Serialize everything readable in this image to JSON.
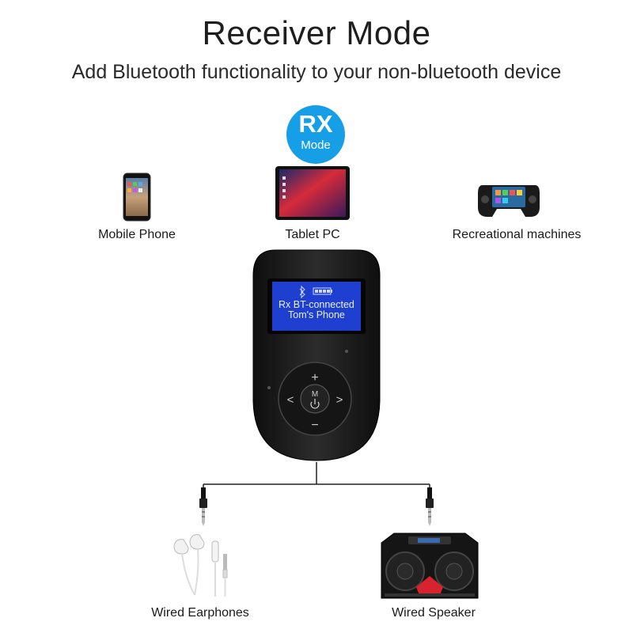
{
  "header": {
    "title": "Receiver Mode",
    "subtitle": "Add Bluetooth functionality to your non-bluetooth device"
  },
  "badge": {
    "line1": "RX",
    "line2": "Mode",
    "color": "#169ee6"
  },
  "sources": [
    {
      "label": "Mobile Phone",
      "icon": "smartphone-icon"
    },
    {
      "label": "Tablet PC",
      "icon": "tablet-icon"
    },
    {
      "label": "Recreational machines",
      "icon": "game-console-icon"
    }
  ],
  "device": {
    "screen_line1": "Rx  BT-connected",
    "screen_line2": "Tom's Phone",
    "buttons": {
      "plus": "+",
      "minus": "−",
      "mode": "M",
      "prev": "<",
      "next": ">"
    },
    "screen_color": "#1f3fd0"
  },
  "outputs": [
    {
      "label": "Wired Earphones",
      "icon": "earphones-icon"
    },
    {
      "label": "Wired Speaker",
      "icon": "speaker-icon"
    }
  ]
}
